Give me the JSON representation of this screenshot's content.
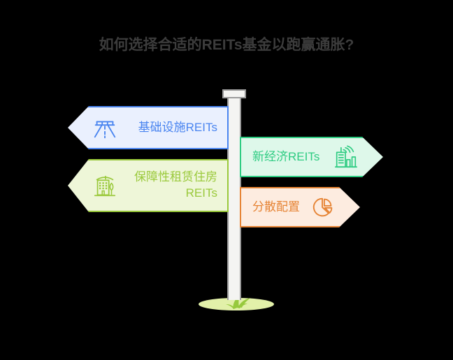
{
  "page": {
    "background_color": "#000000",
    "title": "如何选择合适的REITs基金以跑赢通胀?",
    "title_color": "#3c3c3c"
  },
  "signpost": {
    "pole_color": "#f4f4f2",
    "pole_border_color": "#9b9b9b",
    "grass_light_color": "#e2f0a9",
    "grass_dark_color": "#97c93d"
  },
  "signs": [
    {
      "id": "infrastructure",
      "label": "基础设施REITs",
      "direction": "left",
      "icon": "highway-road-icon",
      "accent_color": "#4a85f0",
      "fill_color": "#eaf0fe"
    },
    {
      "id": "housing",
      "label": "保障性租赁住房\nREITs",
      "direction": "left",
      "icon": "apartment-building-icon",
      "accent_color": "#9ac93b",
      "fill_color": "#eef6d8"
    },
    {
      "id": "neweconomy",
      "label": "新经济REITs",
      "direction": "right",
      "icon": "smart-building-signal-icon",
      "accent_color": "#2ecc82",
      "fill_color": "#def8ea"
    },
    {
      "id": "diversify",
      "label": "分散配置",
      "direction": "right",
      "icon": "pie-chart-icon",
      "accent_color": "#e68435",
      "fill_color": "#fdece0"
    }
  ]
}
